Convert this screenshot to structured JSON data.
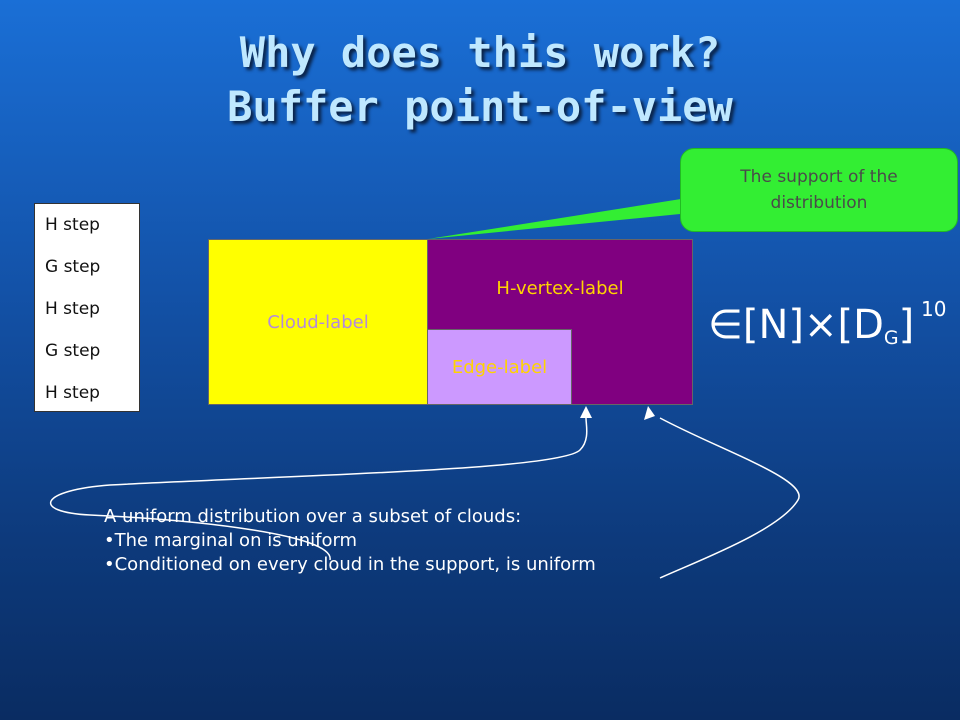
{
  "title": {
    "line1": "Why does this work?",
    "line2": "Buffer point-of-view"
  },
  "steps": [
    "H step",
    "G step",
    "H step",
    "G step",
    "H step"
  ],
  "blocks": {
    "cloud": "Cloud-label",
    "h_vertex": "H-vertex-label",
    "edge": "Edge-label"
  },
  "callout": "The support of the distribution",
  "formula": {
    "symbol": "∈",
    "n": "[N]",
    "times": "×",
    "dg_open": "[D",
    "dg_sub": "G",
    "dg_close": "]",
    "exponent": "10"
  },
  "description": {
    "line1": "A uniform distribution over a subset of clouds:",
    "line2": "•The marginal on    is uniform",
    "line3": "•Conditioned on every cloud in the support,     is uniform"
  },
  "colors": {
    "background": "#1352a8",
    "cloud": "#ffff00",
    "h_vertex": "#800080",
    "edge": "#cc99ff",
    "callout": "#33ee33"
  }
}
